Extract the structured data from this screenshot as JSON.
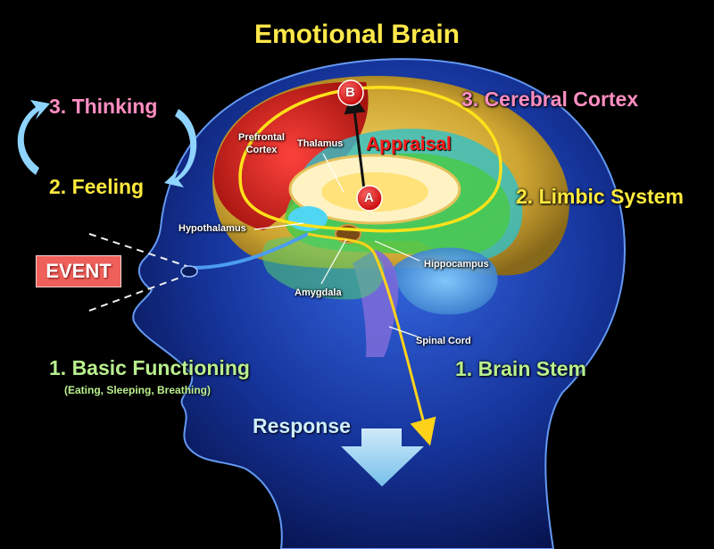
{
  "title": "Emotional Brain",
  "left_labels": {
    "thinking": "3. Thinking",
    "feeling": "2. Feeling",
    "basic_functioning": "1. Basic Functioning",
    "basic_functioning_sub": "(Eating, Sleeping, Breathing)"
  },
  "right_labels": {
    "cerebral_cortex": "3. Cerebral Cortex",
    "limbic_system": "2. Limbic System",
    "brain_stem": "1. Brain Stem"
  },
  "structures": {
    "prefrontal_line1": "Prefrontal",
    "prefrontal_line2": "Cortex",
    "thalamus": "Thalamus",
    "hypothalamus": "Hypothalamus",
    "hippocampus": "Hippocampus",
    "amygdala": "Amygdala",
    "spinal_cord": "Spinal Cord"
  },
  "appraisal": "Appraisal",
  "node_a": "A",
  "node_b": "B",
  "event": "EVENT",
  "response": "Response",
  "colors": {
    "title": "#ffe94a",
    "thinking": "#ff8ec2",
    "feeling": "#ffea3d",
    "basic": "#b9f08e",
    "event_box": "#f0605a",
    "appraisal": "#ff1a1a",
    "head_glow": "#2f6fff"
  }
}
